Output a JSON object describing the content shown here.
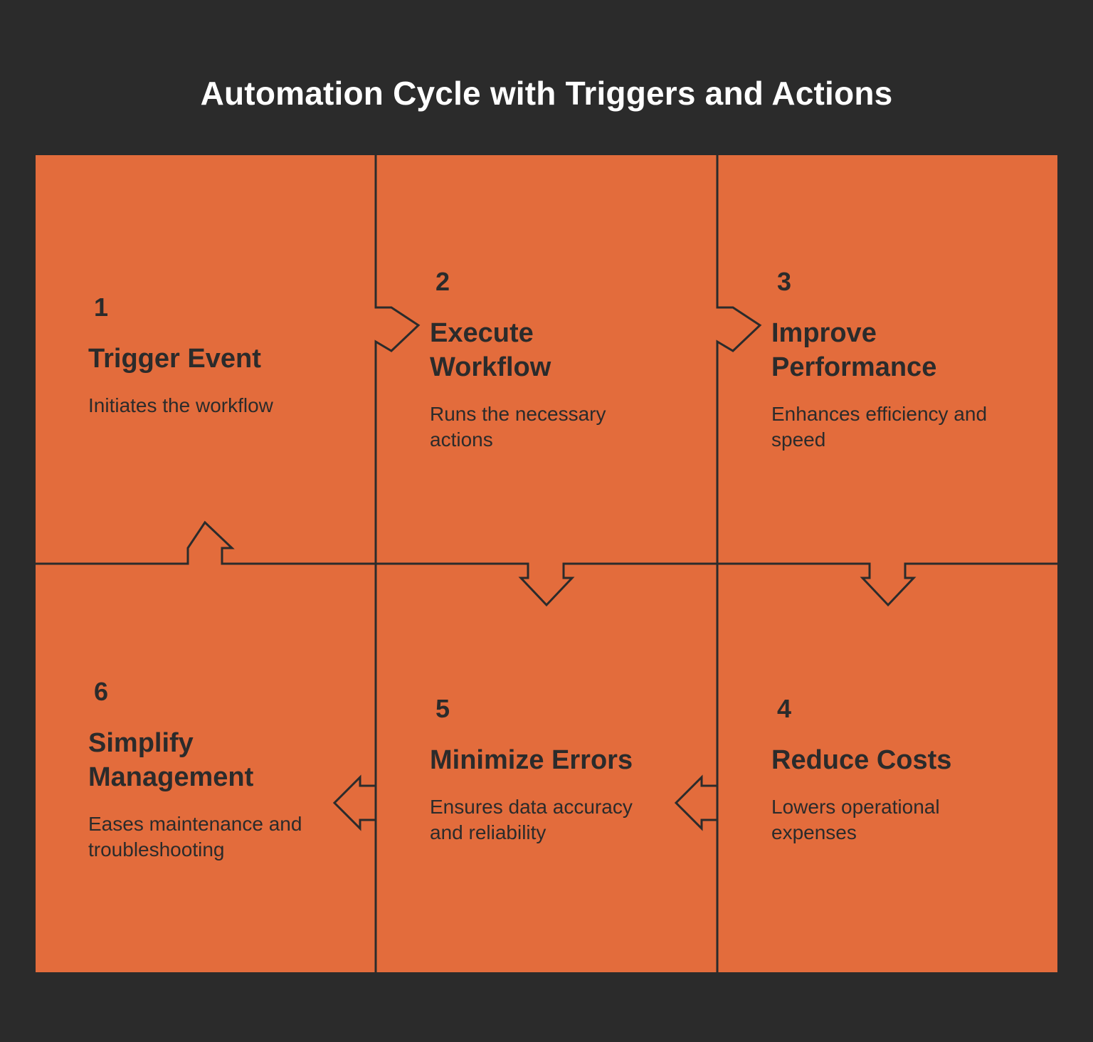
{
  "title": "Automation Cycle with Triggers and Actions",
  "colors": {
    "background": "#2b2b2b",
    "panel": "#e36c3c",
    "line": "#2b2b2b",
    "title_text": "#ffffff"
  },
  "steps": [
    {
      "number": "1",
      "heading": "Trigger Event",
      "description": "Initiates the workflow"
    },
    {
      "number": "2",
      "heading": "Execute Workflow",
      "description": "Runs the necessary actions"
    },
    {
      "number": "3",
      "heading": "Improve Performance",
      "description": "Enhances efficiency and speed"
    },
    {
      "number": "4",
      "heading": "Reduce Costs",
      "description": "Lowers operational expenses"
    },
    {
      "number": "5",
      "heading": "Minimize Errors",
      "description": "Ensures data accuracy and reliability"
    },
    {
      "number": "6",
      "heading": "Simplify Management",
      "description": "Eases maintenance and troubleshooting"
    }
  ]
}
